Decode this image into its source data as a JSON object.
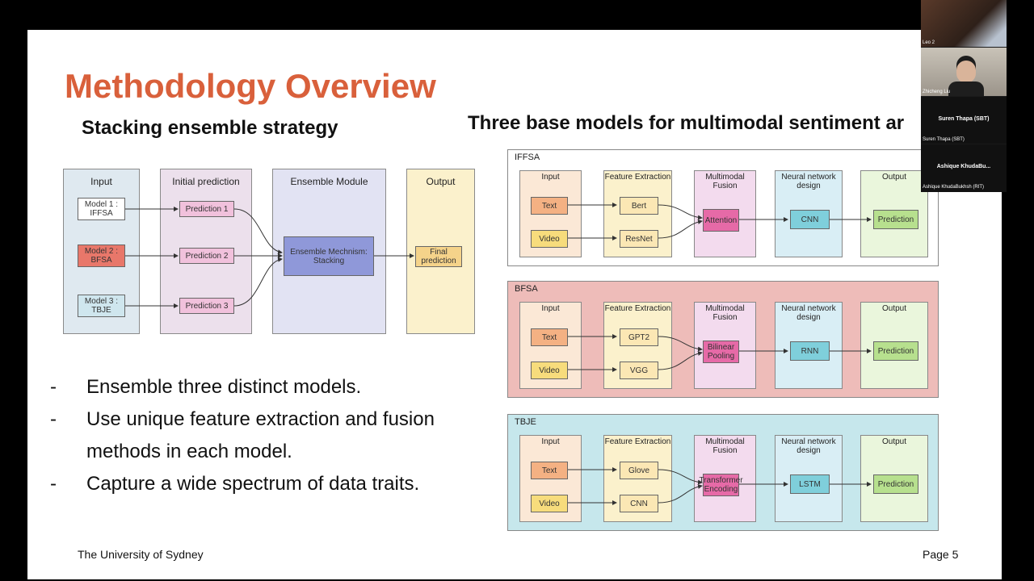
{
  "slide": {
    "title": "Methodology Overview",
    "left_heading": "Stacking ensemble strategy",
    "right_heading": "Three base models for multimodal sentiment ar",
    "bullets": [
      "Ensemble three distinct models.",
      "Use unique feature extraction and fusion methods in each model.",
      "Capture a wide spectrum of data traits."
    ],
    "bullet_marker": "-",
    "footer_left": "The University of Sydney",
    "footer_right": "Page 5"
  },
  "ensemble": {
    "columns": [
      "Input",
      "Initial prediction",
      "Ensemble Module",
      "Output"
    ],
    "models": [
      "Model 1 : IFFSA",
      "Model 2 : BFSA",
      "Model 3 : TBJE"
    ],
    "predictions": [
      "Prediction 1",
      "Prediction 2",
      "Prediction 3"
    ],
    "module": "Ensemble Mechnism: Stacking",
    "output": "Final prediction",
    "colors": {
      "input_col": "#dfe9f0",
      "pred_col": "#ece0ec",
      "module_col": "#e2e3f3",
      "output_col": "#fbf1cc",
      "model1": "#ffffff",
      "model2": "#e8776a",
      "model3": "#cfe6ee",
      "pred_box": "#f1c1dc",
      "module_box": "#8f98d9",
      "output_box": "#f5d38a"
    }
  },
  "base_models": [
    {
      "name": "IFFSA",
      "bg": "#ffffff",
      "inputs": [
        "Text",
        "Video"
      ],
      "features": [
        "Bert",
        "ResNet"
      ],
      "fusion": "Attention",
      "network": "CNN",
      "output": "Prediction"
    },
    {
      "name": "BFSA",
      "bg": "#eebcb9",
      "inputs": [
        "Text",
        "Video"
      ],
      "features": [
        "GPT2",
        "VGG"
      ],
      "fusion": "Bilinear Pooling",
      "network": "RNN",
      "output": "Prediction"
    },
    {
      "name": "TBJE",
      "bg": "#c6e7ec",
      "inputs": [
        "Text",
        "Video"
      ],
      "features": [
        "Glove",
        "CNN"
      ],
      "fusion": "Transformer Encoding",
      "network": "LSTM",
      "output": "Prediction"
    }
  ],
  "stage_headers": [
    "Input",
    "Feature Extraction",
    "Multimodal Fusion",
    "Neural network design",
    "Output"
  ],
  "stage_colors": {
    "input_col": "#fbe8d6",
    "feature_col": "#fbf1cc",
    "fusion_col": "#f3dbee",
    "network_col": "#d9eef5",
    "output_col": "#eaf6dc",
    "text_box": "#f4b183",
    "video_box": "#f7dc7c",
    "feature_box": "#fbe7b4",
    "fusion_box": "#e66aa7",
    "network_box": "#7fcfdb",
    "output_box": "#b7e08e"
  },
  "video_call": {
    "participants": [
      "Leo 2",
      "Zhicheng Liu",
      "Suren Thapa (SBT)",
      "Suren Thapa (SBT)",
      "Ashique KhudaBu...",
      "Ashique KhudaBukhsh (RIT)"
    ]
  }
}
